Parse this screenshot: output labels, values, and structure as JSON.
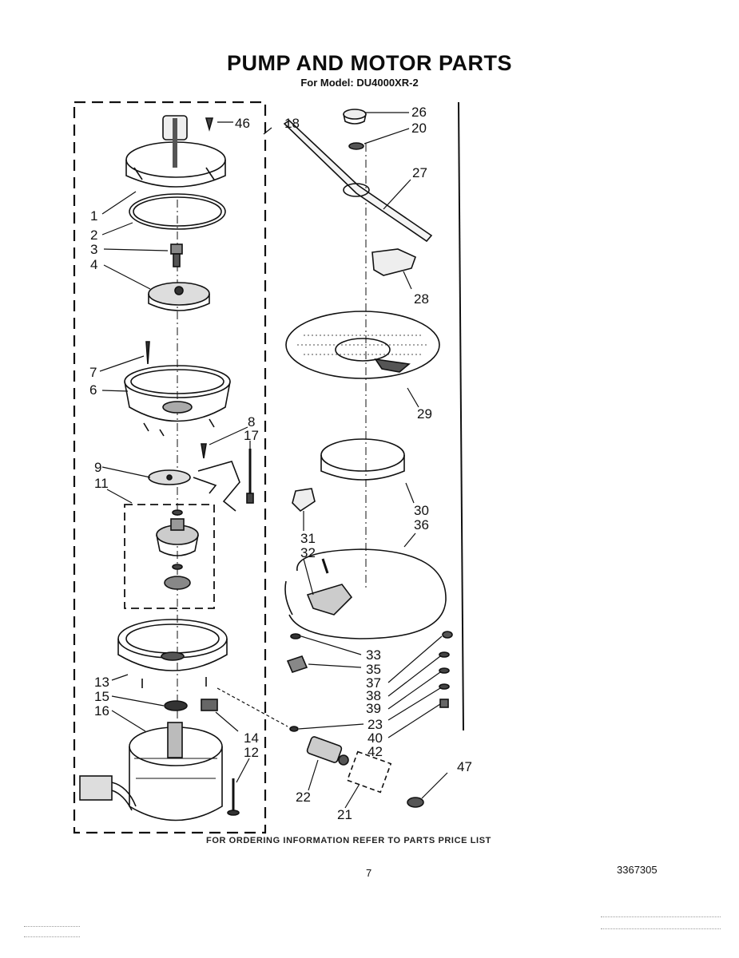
{
  "header": {
    "title": "PUMP AND MOTOR PARTS",
    "model_line": "For Model: DU4000XR-2"
  },
  "callouts": {
    "c46": "46",
    "c18": "18",
    "c26": "26",
    "c20": "20",
    "c27": "27",
    "c1": "1",
    "c2": "2",
    "c3": "3",
    "c4": "4",
    "c28": "28",
    "c7": "7",
    "c6": "6",
    "c29": "29",
    "c8": "8",
    "c17": "17",
    "c9": "9",
    "c11": "11",
    "c30": "30",
    "c36": "36",
    "c31": "31",
    "c32": "32",
    "c33": "33",
    "c35": "35",
    "c37": "37",
    "c38": "38",
    "c39": "39",
    "c13": "13",
    "c15": "15",
    "c16": "16",
    "c23": "23",
    "c40": "40",
    "c14": "14",
    "c42": "42",
    "c12": "12",
    "c47": "47",
    "c22": "22",
    "c21": "21"
  },
  "footer": {
    "ordering_note": "FOR ORDERING INFORMATION REFER TO PARTS PRICE LIST",
    "page_number": "7",
    "doc_number": "3367305"
  }
}
